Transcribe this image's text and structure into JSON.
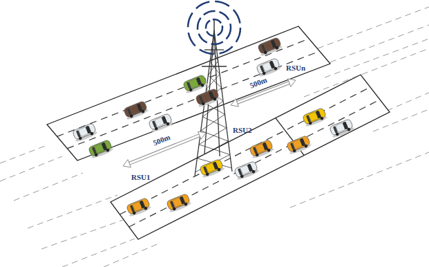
{
  "diagram": {
    "labels": [
      "500m",
      "500m",
      "RSU1",
      "RSU2",
      "RSUn"
    ]
  }
}
